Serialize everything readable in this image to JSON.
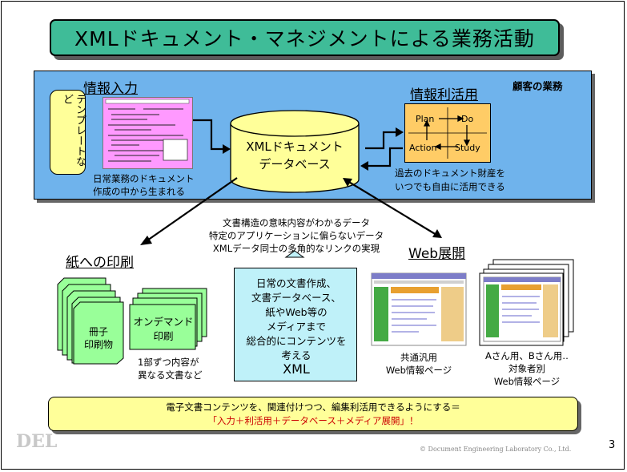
{
  "slide": {
    "title": "XMLドキュメント・マネジメントによる業務活動",
    "page_number": "3",
    "copyright": "© Document Engineering Laboratory Co., Ltd.",
    "logo_text": "DEL"
  },
  "customer": {
    "label": "顧客の業務",
    "input_heading": "情報入力",
    "template_label": "テンプレートなど",
    "input_caption_1": "日常業務のドキュメント",
    "input_caption_2": "作成の中から生まれる",
    "db_line_1": "XMLドキュメント",
    "db_line_2": "データベース",
    "use_heading": "情報利活用",
    "pdca": {
      "plan": "Plan",
      "do": "Do",
      "action": "Action",
      "study": "Study"
    },
    "use_caption_1": "過去のドキュメント財産を",
    "use_caption_2": "いつでも自由に活用できる"
  },
  "middle": {
    "feature_1": "文書構造の意味内容がわかるデータ",
    "feature_2": "特定のアプリケーションに偏らないデータ",
    "feature_3": "XMLデータ同士の多角的なリンクの実現"
  },
  "print": {
    "heading": "紙への印刷",
    "stack_line_1": "冊子",
    "stack_line_2": "印刷物",
    "ondemand_line_1": "オンデマンド",
    "ondemand_line_2": "印刷",
    "ondemand_caption_1": "1部ずつ内容が",
    "ondemand_caption_2": "異なる文書など"
  },
  "xml_box": {
    "line_1": "日常の文書作成、",
    "line_2": "文書データベース、",
    "line_3": "紙やWeb等の",
    "line_4": "メディアまで",
    "line_5": "総合的にコンテンツを",
    "line_6": "考える",
    "line_7": "XML"
  },
  "web": {
    "heading": "Web展開",
    "common_caption_1": "共通汎用",
    "common_caption_2": "Web情報ページ",
    "target_caption_1": "Aさん用、Bさん用‥",
    "target_caption_2": "対象者別",
    "target_caption_3": "Web情報ページ"
  },
  "bottom": {
    "line_1": "電子文書コンテンツを、関連付けつつ、編集利活用できるようにする＝",
    "line_2": "「入力＋利活用＋データベース＋メディア展開」！",
    "line_2_color": "#cc0000"
  },
  "colors": {
    "title_bg": "#3fbc98",
    "customer_bg": "#6fb3ec",
    "db_bg": "#ffff99",
    "pdca_bg": "#ffcc66",
    "xml_box_bg": "#bff1f9",
    "print_stack_bg": "#99ff99"
  }
}
